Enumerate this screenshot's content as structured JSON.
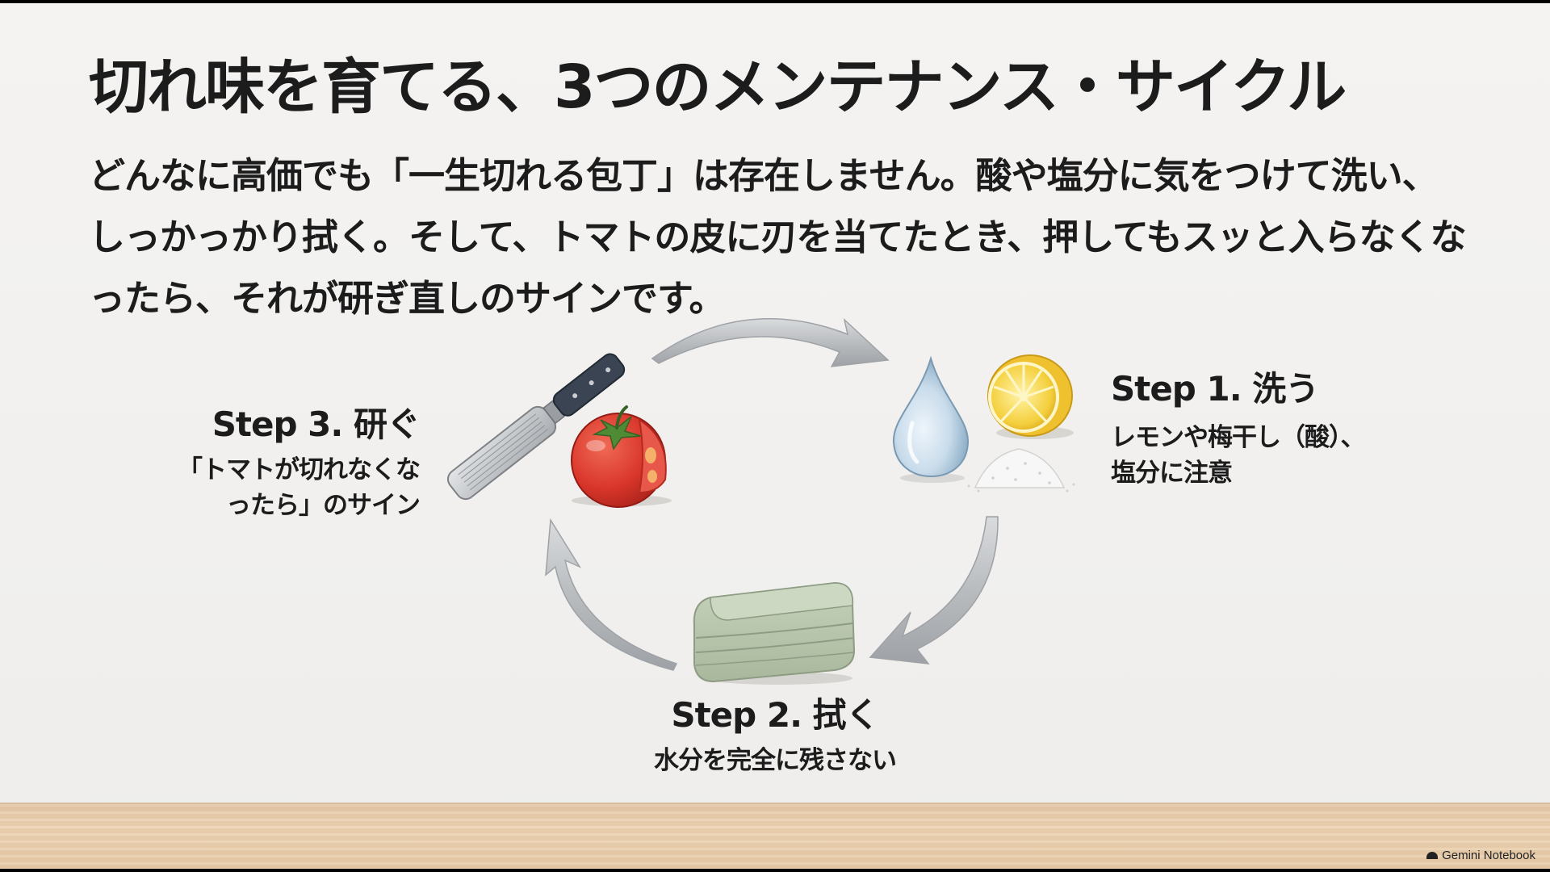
{
  "slide": {
    "title": "切れ味を育てる、3つのメンテナンス・サイクル",
    "lead": "どんなに高価でも「一生切れる包丁」は存在しません。酸や塩分に気をつけて洗い、しっかっかり拭く。そして、トマトの皮に刃を当てたとき、押してもスッと入らなくなったら、それが研ぎ直しのサインです。"
  },
  "steps": [
    {
      "title": "Step 1. 洗う",
      "desc": "レモンや梅干し（酸）、\n塩分に注意",
      "icons": [
        "water-drop-icon",
        "lemon-icon",
        "salt-icon"
      ]
    },
    {
      "title": "Step 2. 拭く",
      "desc": "水分を完全に残さない",
      "icons": [
        "towel-icon"
      ]
    },
    {
      "title": "Step 3. 研ぐ",
      "desc": "「トマトが切れなくな\nったら」のサイン",
      "icons": [
        "knife-sharpener-icon",
        "tomato-icon"
      ]
    }
  ],
  "watermark": {
    "label": "Gemini Notebook"
  },
  "colors": {
    "text": "#1c1c1c",
    "background": "#f2f1ef",
    "arrow": "#b5b8bb",
    "table": "#e8cdac"
  }
}
